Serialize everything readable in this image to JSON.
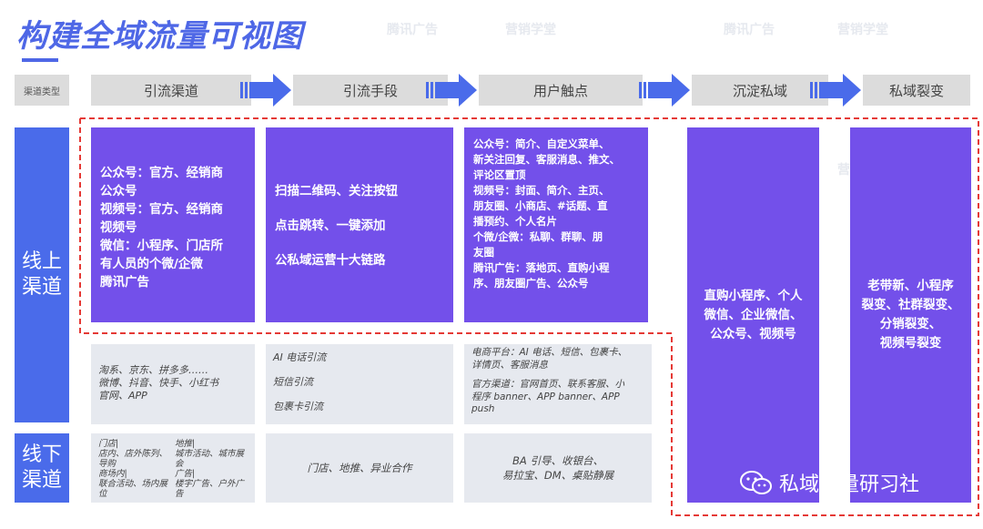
{
  "title": "构建全域流量可视图",
  "watermarks": [
    "腾讯广告",
    "营销学堂"
  ],
  "header": {
    "type_label": "渠道类型",
    "stages": [
      "引流渠道",
      "引流手段",
      "用户触点",
      "沉淀私域",
      "私域裂变"
    ]
  },
  "side_labels": {
    "online": [
      "线上",
      "渠道"
    ],
    "offline": [
      "线下",
      "渠道"
    ]
  },
  "online": {
    "channels": [
      "公众号：官方、经销商",
      "公众号",
      "视频号：官方、经销商",
      "视频号",
      "微信：小程序、门店所",
      "有人员的个微/企微",
      "腾讯广告"
    ],
    "methods": [
      "扫描二维码、关注按钮",
      "点击跳转、一键添加",
      "公私域运营十大链路"
    ],
    "touchpoints": [
      "公众号：简介、自定义菜单、",
      "新关注回复、客服消息、推文、",
      "评论区置顶",
      "视频号：封面、简介、主页、",
      "朋友圈、小商店、#话题、直",
      "播预约、个人名片",
      "个微/企微：私聊、群聊、朋",
      "友圈",
      "腾讯广告：落地页、直购小程",
      "序、朋友圈广告、公众号"
    ]
  },
  "ecommerce": {
    "channels": [
      "淘系、京东、拼多多……",
      "微博、抖音、快手、小红书",
      "官网、APP"
    ],
    "methods": [
      "AI 电话引流",
      "短信引流",
      "包裹卡引流"
    ],
    "touchpoints_a": [
      "电商平台：AI 电话、短信、包裹卡、",
      "详情页、客服消息"
    ],
    "touchpoints_b": [
      "官方渠道：官网首页、联系客服、小",
      "程序 banner、APP banner、APP",
      "push"
    ]
  },
  "offline": {
    "channels_left": [
      "门店|",
      "店内、店外陈列、",
      "导购",
      "商场内|",
      "联合活动、场内展",
      "位"
    ],
    "channels_right": [
      "地推|",
      "城市活动、城市展",
      "会",
      "广告|",
      "楼宇广告、户外广",
      "告"
    ],
    "methods": "门店、地推、异业合作",
    "touchpoints": [
      "BA 引导、收银台、",
      "易拉宝、DM、桌贴静展"
    ]
  },
  "private": [
    "直购小程序、个人",
    "微信、企业微信、",
    "公众号、视频号"
  ],
  "fission": [
    "老带新、小程序",
    "裂变、社群裂变、",
    "分销裂变、",
    "视频号裂变"
  ],
  "badge": "私域流量研习社",
  "colors": {
    "blue": "#4a6bea",
    "purple": "#7350ea",
    "grey": "#e6e9ef",
    "header": "#dcdcdc",
    "dash": "#e53935"
  }
}
